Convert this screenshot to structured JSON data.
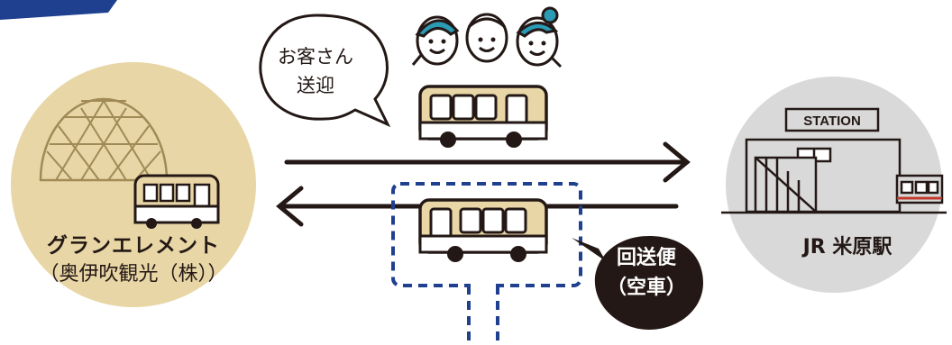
{
  "left_location": {
    "name": "グランエレメント",
    "operator": "（奥伊吹観光（株））",
    "fill_color": "#e8d6a6",
    "icon": "dome-building-icon"
  },
  "right_location": {
    "name": "JR 米原駅",
    "fill_color": "#d9d9d9",
    "icon": "station-building-icon",
    "station_sign": "STATION"
  },
  "speech_bubble": {
    "line1": "お客さん",
    "line2": "送迎"
  },
  "return_badge": {
    "line1": "回送便",
    "line2": "（空車）",
    "color": "#231815"
  },
  "colors": {
    "bus_body": "#e8d6a6",
    "outline": "#231815",
    "dashed": "#1f3f8f",
    "passenger_cap": "#2b9ab5"
  }
}
